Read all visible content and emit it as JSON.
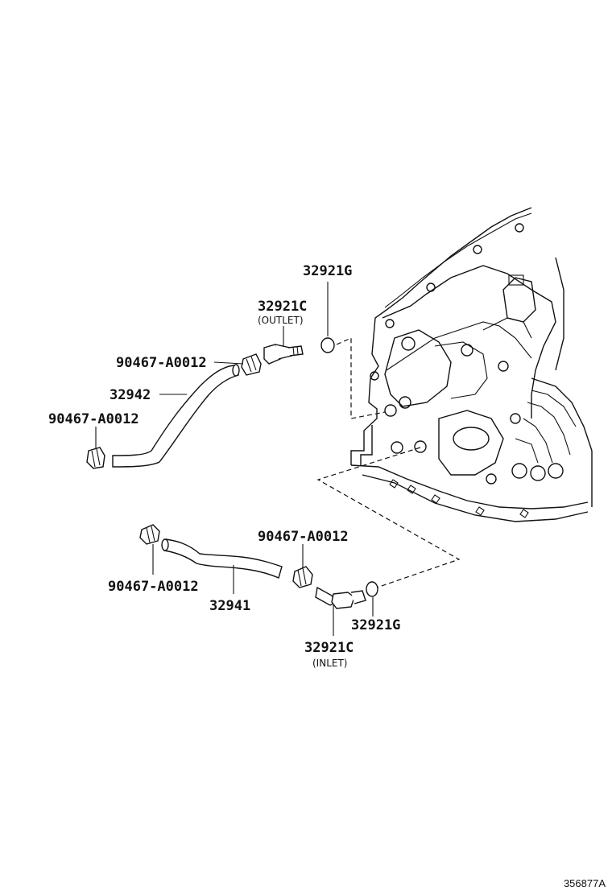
{
  "labels": {
    "gasket_upper": "32921G",
    "union_outlet": "32921C",
    "outlet_note": "(OUTLET)",
    "clip_upper_right": "90467-A0012",
    "hose_upper": "32942",
    "clip_upper_left": "90467-A0012",
    "clip_lower_right": "90467-A0012",
    "clip_lower_left": "90467-A0012",
    "hose_lower": "32941",
    "gasket_lower": "32921G",
    "union_inlet": "32921C",
    "inlet_note": "(INLET)"
  },
  "illustration_id": "356877A"
}
